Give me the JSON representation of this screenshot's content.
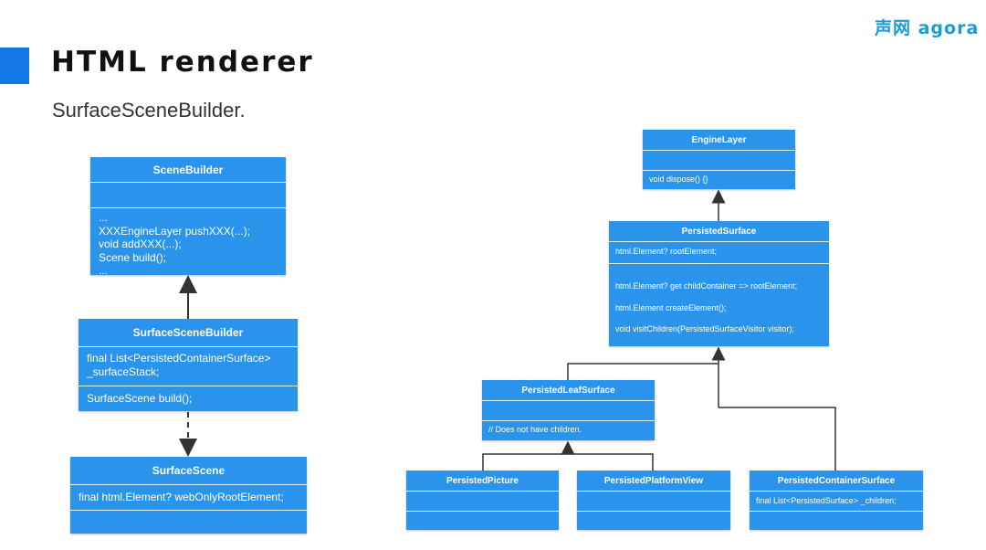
{
  "slide": {
    "title": "HTML renderer",
    "subtitle": "SurfaceSceneBuilder.",
    "logo": "声网 agora"
  },
  "left_diagram": {
    "scene_builder": {
      "name": "SceneBuilder",
      "methods": [
        "...",
        "XXXEngineLayer pushXXX(...);",
        "void addXXX(...);",
        "Scene build();",
        "..."
      ]
    },
    "surface_scene_builder": {
      "name": "SurfaceSceneBuilder",
      "fields": [
        "final List<PersistedContainerSurface>",
        "_surfaceStack;"
      ],
      "methods": [
        "SurfaceScene build();"
      ]
    },
    "surface_scene": {
      "name": "SurfaceScene",
      "fields": [
        "final html.Element? webOnlyRootElement;"
      ]
    }
  },
  "right_diagram": {
    "engine_layer": {
      "name": "EngineLayer",
      "methods": [
        "void dispose() {}"
      ]
    },
    "persisted_surface": {
      "name": "PersistedSurface",
      "fields": [
        "html.Element? rootElement;"
      ],
      "methods": [
        "html.Element? get childContainer => rootElement;",
        "html.Element createElement();",
        "void visitChildren(PersistedSurfaceVisitor visitor);"
      ]
    },
    "persisted_leaf_surface": {
      "name": "PersistedLeafSurface",
      "methods": [
        "// Does not have children."
      ]
    },
    "persisted_picture": {
      "name": "PersistedPicture"
    },
    "persisted_platform_view": {
      "name": "PersistedPlatformView"
    },
    "persisted_container_surface": {
      "name": "PersistedContainerSurface",
      "fields": [
        "final List<PersistedSurface> _children;"
      ]
    }
  },
  "colors": {
    "box": "#2a93ec",
    "accent": "#1478e6",
    "line": "#333333",
    "logo": "#1a9ad6"
  }
}
